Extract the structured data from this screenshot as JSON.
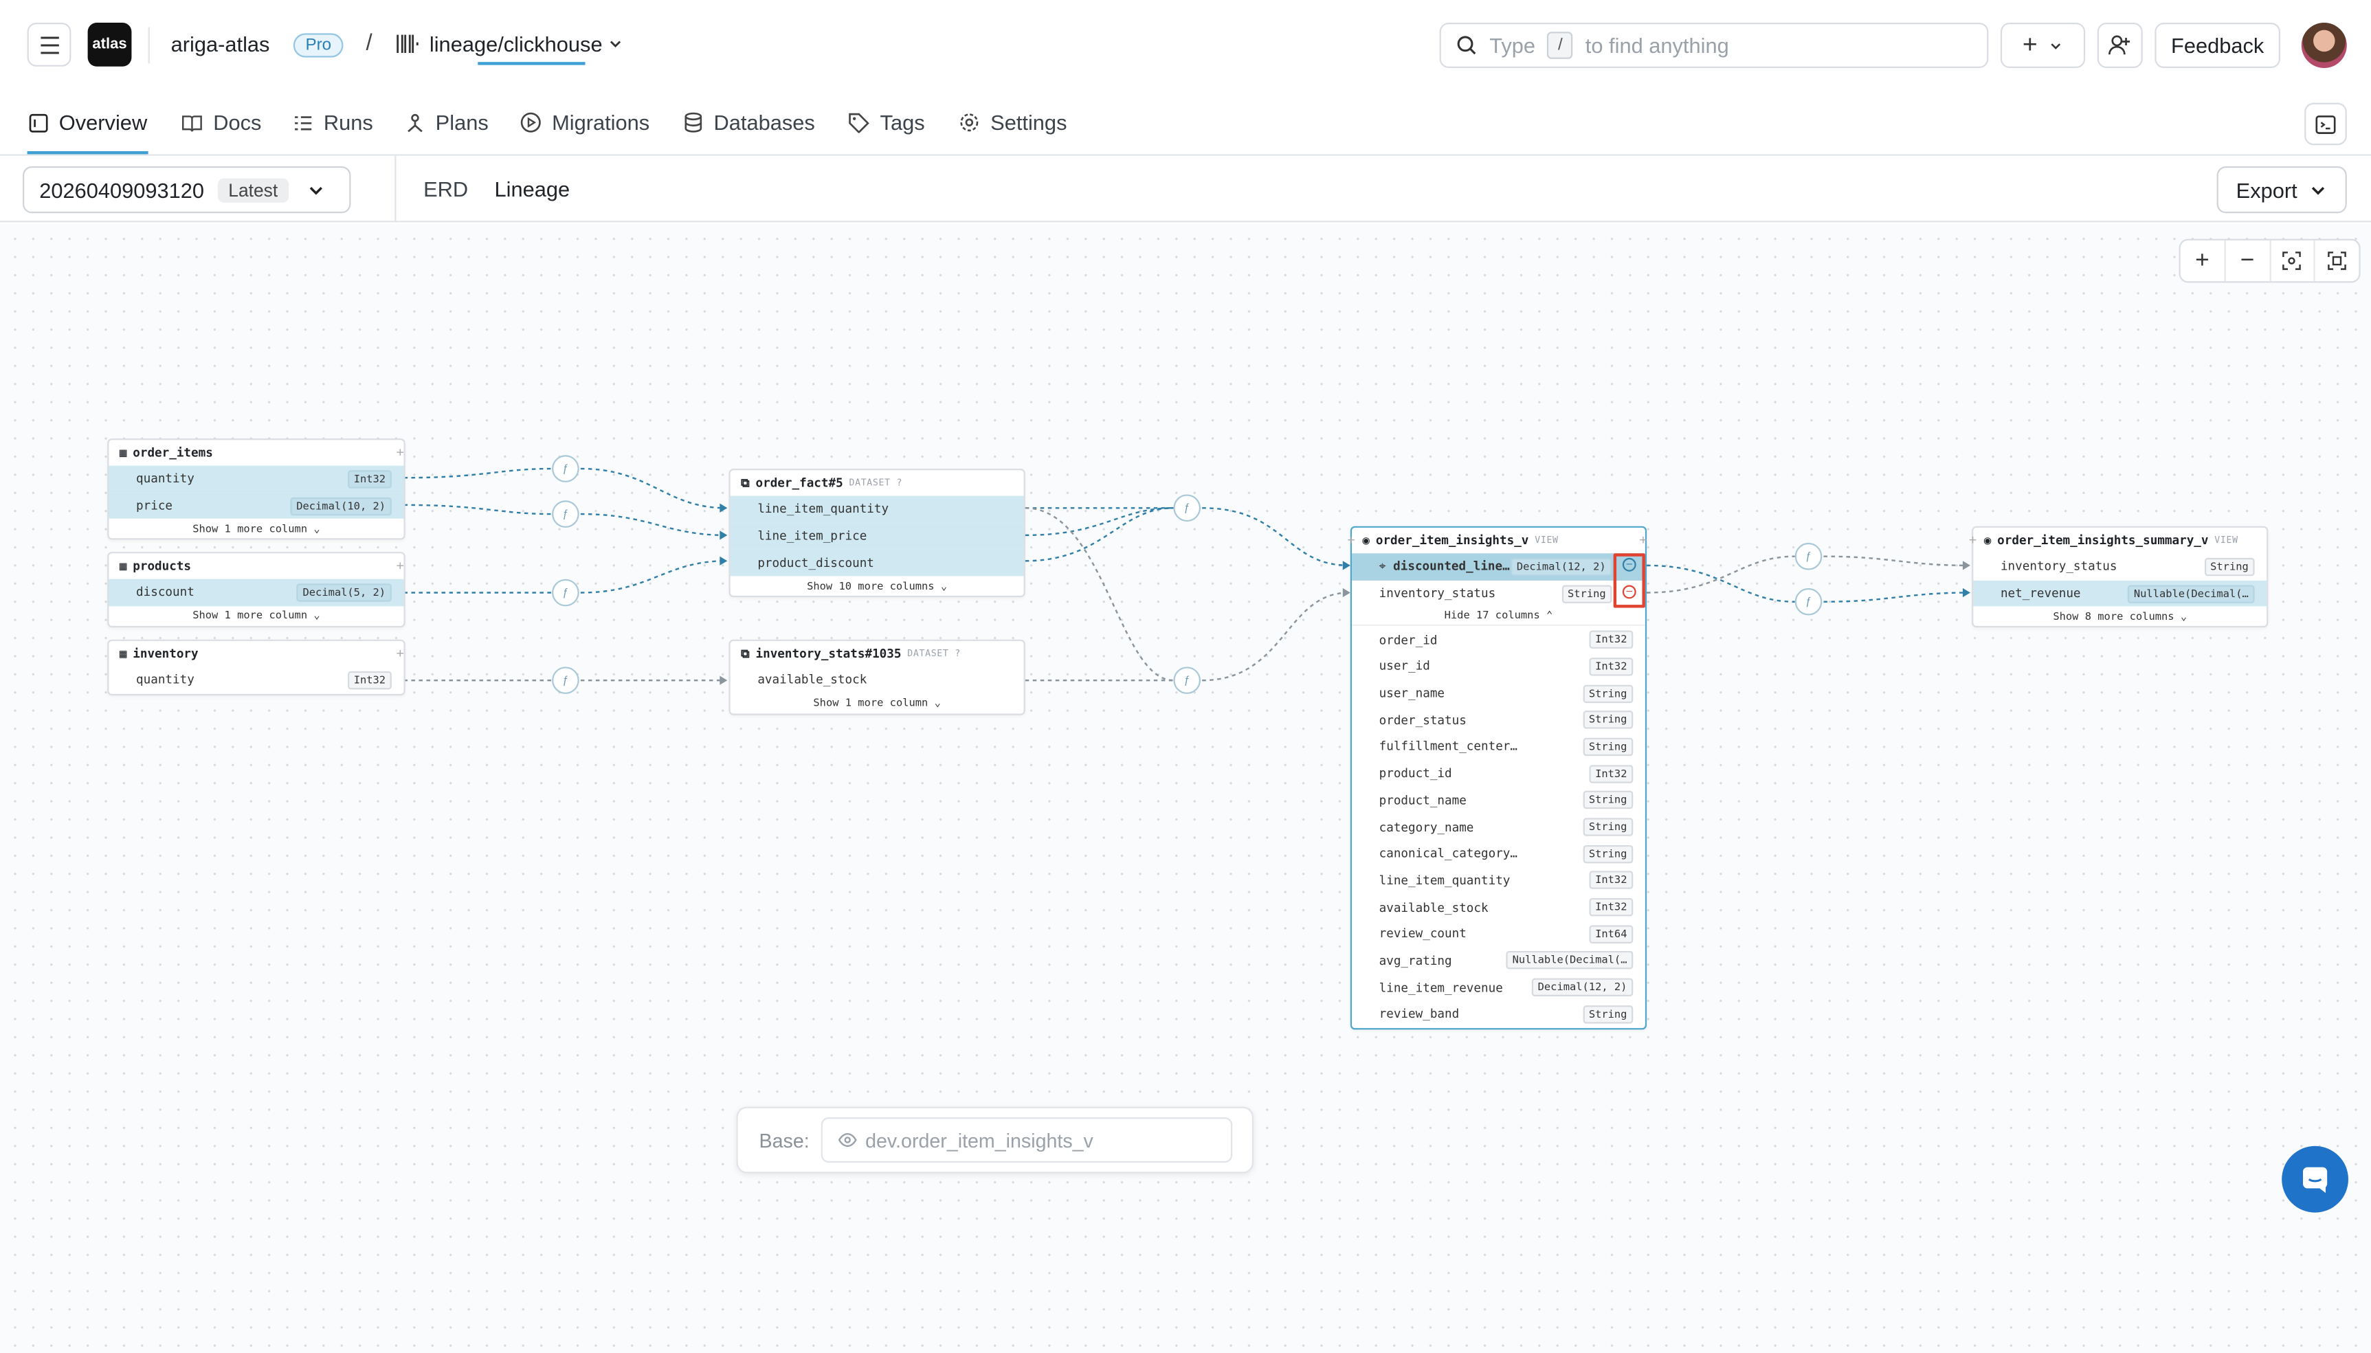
{
  "header": {
    "org_name": "ariga-atlas",
    "plan_badge": "Pro",
    "breadcrumb_sep": "/",
    "project": "lineage/clickhouse",
    "logo_text": "atlas",
    "search_placeholder_pre": "Type",
    "search_key": "/",
    "search_placeholder_post": "to find anything",
    "feedback": "Feedback",
    "create_label": "+"
  },
  "nav": {
    "items": [
      {
        "label": "Overview",
        "icon": "overview-icon"
      },
      {
        "label": "Docs",
        "icon": "book-icon"
      },
      {
        "label": "Runs",
        "icon": "list-icon"
      },
      {
        "label": "Plans",
        "icon": "plans-icon"
      },
      {
        "label": "Migrations",
        "icon": "play-circle-icon"
      },
      {
        "label": "Databases",
        "icon": "database-icon"
      },
      {
        "label": "Tags",
        "icon": "tag-icon"
      },
      {
        "label": "Settings",
        "icon": "gear-icon"
      }
    ]
  },
  "toolbar": {
    "version": "20260409093120",
    "version_badge": "Latest",
    "tabs": [
      "ERD",
      "Lineage"
    ],
    "export": "Export"
  },
  "zoom": {
    "in": "+",
    "out": "−"
  },
  "nodes": {
    "order_items": {
      "title": "order_items",
      "rows": [
        {
          "name": "quantity",
          "type": "Int32"
        },
        {
          "name": "price",
          "type": "Decimal(10, 2)"
        }
      ],
      "more": "Show 1 more column"
    },
    "products": {
      "title": "products",
      "rows": [
        {
          "name": "discount",
          "type": "Decimal(5, 2)"
        }
      ],
      "more": "Show 1 more column"
    },
    "inventory": {
      "title": "inventory",
      "rows": [
        {
          "name": "quantity",
          "type": "Int32"
        }
      ]
    },
    "order_fact": {
      "title": "order_fact#5",
      "kind": "DATASET",
      "rows": [
        {
          "name": "line_item_quantity"
        },
        {
          "name": "line_item_price"
        },
        {
          "name": "product_discount"
        }
      ],
      "more": "Show 10 more columns"
    },
    "inventory_stats": {
      "title": "inventory_stats#1035",
      "kind": "DATASET",
      "rows": [
        {
          "name": "available_stock"
        }
      ],
      "more": "Show 1 more column"
    },
    "insights": {
      "title": "order_item_insights_v",
      "kind": "VIEW",
      "rows": [
        {
          "name": "discounted_line…",
          "type": "Decimal(12, 2)"
        },
        {
          "name": "inventory_status",
          "type": "String"
        }
      ],
      "hide": "Hide 17 columns",
      "extra": [
        {
          "name": "order_id",
          "type": "Int32"
        },
        {
          "name": "user_id",
          "type": "Int32"
        },
        {
          "name": "user_name",
          "type": "String"
        },
        {
          "name": "order_status",
          "type": "String"
        },
        {
          "name": "fulfillment_center…",
          "type": "String"
        },
        {
          "name": "product_id",
          "type": "Int32"
        },
        {
          "name": "product_name",
          "type": "String"
        },
        {
          "name": "category_name",
          "type": "String"
        },
        {
          "name": "canonical_category…",
          "type": "String"
        },
        {
          "name": "line_item_quantity",
          "type": "Int32"
        },
        {
          "name": "available_stock",
          "type": "Int32"
        },
        {
          "name": "review_count",
          "type": "Int64"
        },
        {
          "name": "avg_rating",
          "type": "Nullable(Decimal(…"
        },
        {
          "name": "line_item_revenue",
          "type": "Decimal(12, 2)"
        },
        {
          "name": "review_band",
          "type": "String"
        }
      ]
    },
    "summary": {
      "title": "order_item_insights_summary_v",
      "kind": "VIEW",
      "rows": [
        {
          "name": "inventory_status",
          "type": "String"
        },
        {
          "name": "net_revenue",
          "type": "Nullable(Decimal(…"
        }
      ],
      "more": "Show 8 more columns"
    }
  },
  "base": {
    "label": "Base:",
    "value": "dev.order_item_insights_v"
  },
  "colors": {
    "accent": "#3d9fd4",
    "highlight": "#cfe8f1",
    "edge": "#2f7fa8",
    "marker": "#e0432f"
  }
}
